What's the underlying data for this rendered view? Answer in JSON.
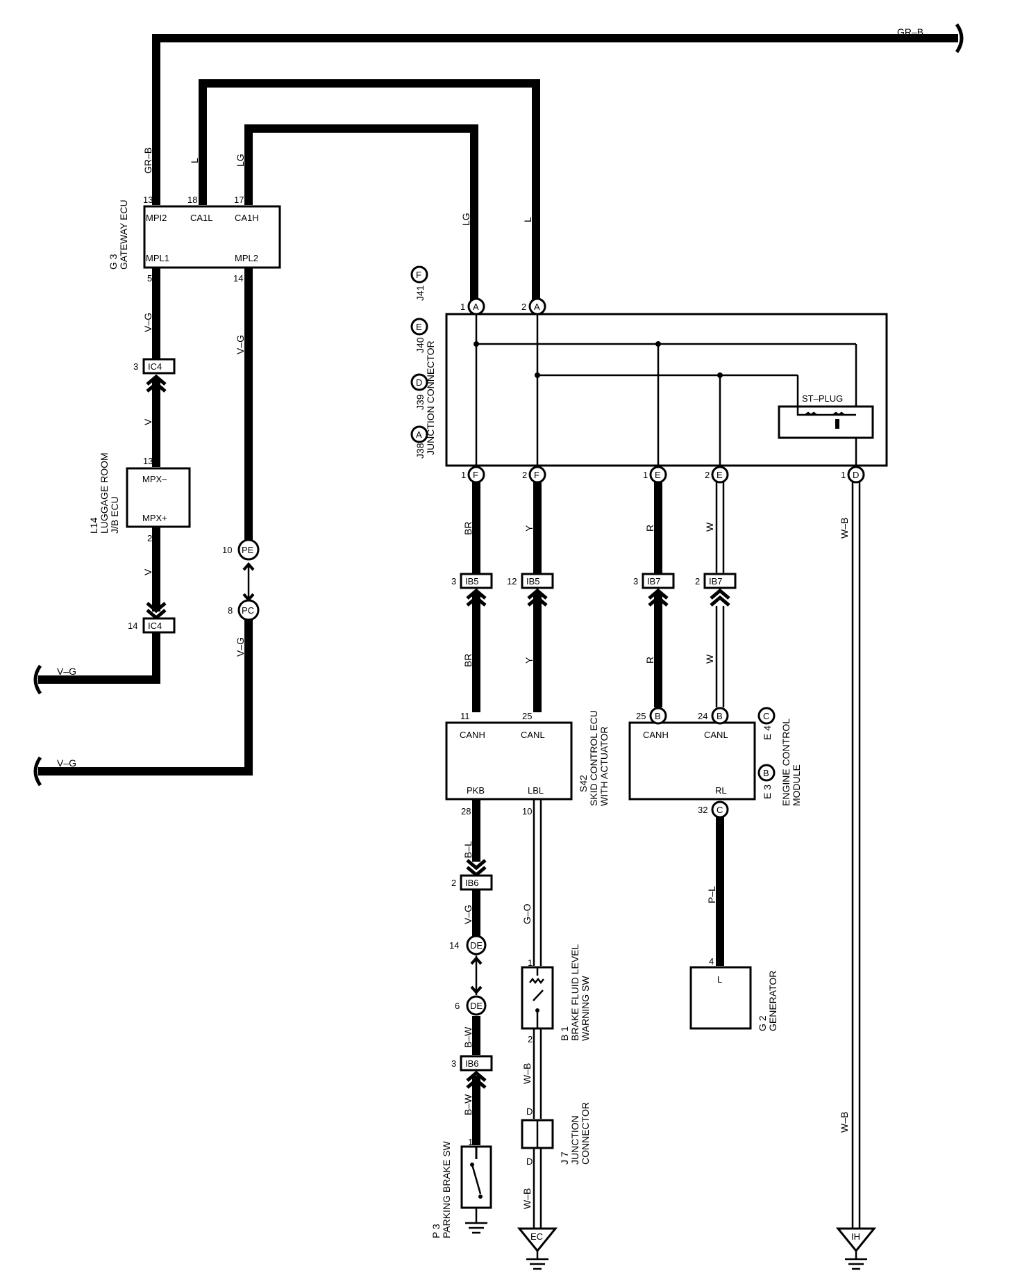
{
  "wires": {
    "top_gr_b": "GR–B",
    "gr_b": "GR–B",
    "l": "L",
    "lg": "LG",
    "lg2": "LG",
    "l2": "L",
    "v_g_left": "V–G",
    "v_g_mid": "V–G",
    "v": "V",
    "v2": "V",
    "v_g_bottom1": "V–G",
    "v_g_bottom2": "V–G",
    "v_g_pc": "V–G",
    "br1": "BR",
    "br2": "BR",
    "y1": "Y",
    "y2": "Y",
    "r1": "R",
    "r2": "R",
    "w1": "W",
    "w2": "W",
    "w_b_right1": "W–B",
    "w_b_right2": "W–B",
    "b_l": "B–L",
    "v_g_pkb": "V–G",
    "b_w1": "B–W",
    "b_w2": "B–W",
    "g_o": "G–O",
    "w_b_j7": "W–B",
    "w_b_j7b": "W–B",
    "p_l": "P–L"
  },
  "components": {
    "gateway_ecu": {
      "code": "G 3",
      "name": "GATEWAY ECU",
      "pins": {
        "mpi2": "MPI2",
        "ca1l": "CA1L",
        "ca1h": "CA1H",
        "mpl1": "MPL1",
        "mpl2": "MPL2"
      },
      "nums": {
        "p13": "13",
        "p18": "18",
        "p17": "17",
        "p5": "5",
        "p14": "14"
      }
    },
    "luggage_ecu": {
      "code": "L14",
      "name1": "LUGGAGE ROOM",
      "name2": "J/B ECU",
      "pins": {
        "mpxm": "MPX–",
        "mpxp": "MPX+"
      },
      "nums": {
        "p13": "13",
        "p2": "2"
      }
    },
    "junction_connector": {
      "code_parts": [
        "J38",
        "J39",
        "J40",
        "J41"
      ],
      "letters": [
        "A",
        "D",
        "E",
        "F"
      ],
      "name": "JUNCTION CONNECTOR",
      "st_plug": "ST–PLUG"
    },
    "skid_ecu": {
      "code": "S42",
      "name1": "SKID CONTROL ECU",
      "name2": "WITH ACTUATOR",
      "pins": {
        "canh": "CANH",
        "canl": "CANL",
        "pkb": "PKB",
        "lbl": "LBL"
      },
      "nums": {
        "p11": "11",
        "p25": "25",
        "p28": "28",
        "p10": "10"
      }
    },
    "engine_module": {
      "code1": "E 3",
      "code2": "E 4",
      "letter_b": "B",
      "letter_c": "C",
      "name1": "ENGINE CONTROL",
      "name2": "MODULE",
      "pins": {
        "canh": "CANH",
        "canl": "CANL",
        "rl": "RL"
      },
      "nums": {
        "p25": "25",
        "p24": "24",
        "p32": "32"
      }
    },
    "generator": {
      "code": "G 2",
      "name": "GENERATOR",
      "pin": "L",
      "num": "4"
    },
    "brake_fluid": {
      "code": "B 1",
      "name1": "BRAKE FLUID LEVEL",
      "name2": "WARNING SW",
      "nums": {
        "p1": "1",
        "p2": "2"
      }
    },
    "j7": {
      "code": "J 7",
      "name1": "JUNCTION",
      "name2": "CONNECTOR",
      "pin_top": "D",
      "pin_bot": "D"
    },
    "parking_brake": {
      "code": "P 3",
      "name": "PARKING BRAKE SW",
      "num": "1"
    }
  },
  "connectors": {
    "ic4_top": {
      "label": "IC4",
      "num": "3"
    },
    "ic4_bot": {
      "label": "IC4",
      "num": "14"
    },
    "pe": {
      "label": "PE",
      "num": "10"
    },
    "pc": {
      "label": "PC",
      "num": "8"
    },
    "ib5_a": {
      "label": "IB5",
      "num": "3"
    },
    "ib5_b": {
      "label": "IB5",
      "num": "12"
    },
    "ib7_a": {
      "label": "IB7",
      "num": "3"
    },
    "ib7_b": {
      "label": "IB7",
      "num": "2"
    },
    "ib6_a": {
      "label": "IB6",
      "num": "2"
    },
    "ib6_b": {
      "label": "IB6",
      "num": "3"
    },
    "de_a": {
      "label": "DE",
      "num": "14"
    },
    "de_b": {
      "label": "DE",
      "num": "6"
    }
  },
  "jc_pins": {
    "a1": {
      "num": "1",
      "letter": "A"
    },
    "a2": {
      "num": "2",
      "letter": "A"
    },
    "f1": {
      "num": "1",
      "letter": "F"
    },
    "f2": {
      "num": "2",
      "letter": "F"
    },
    "e1": {
      "num": "1",
      "letter": "E"
    },
    "e2": {
      "num": "2",
      "letter": "E"
    },
    "d1": {
      "num": "1",
      "letter": "D"
    }
  },
  "engine_pins": {
    "b25": "B",
    "b24": "B",
    "c32": "C"
  },
  "grounds": {
    "ec": "EC",
    "ih": "IH"
  }
}
